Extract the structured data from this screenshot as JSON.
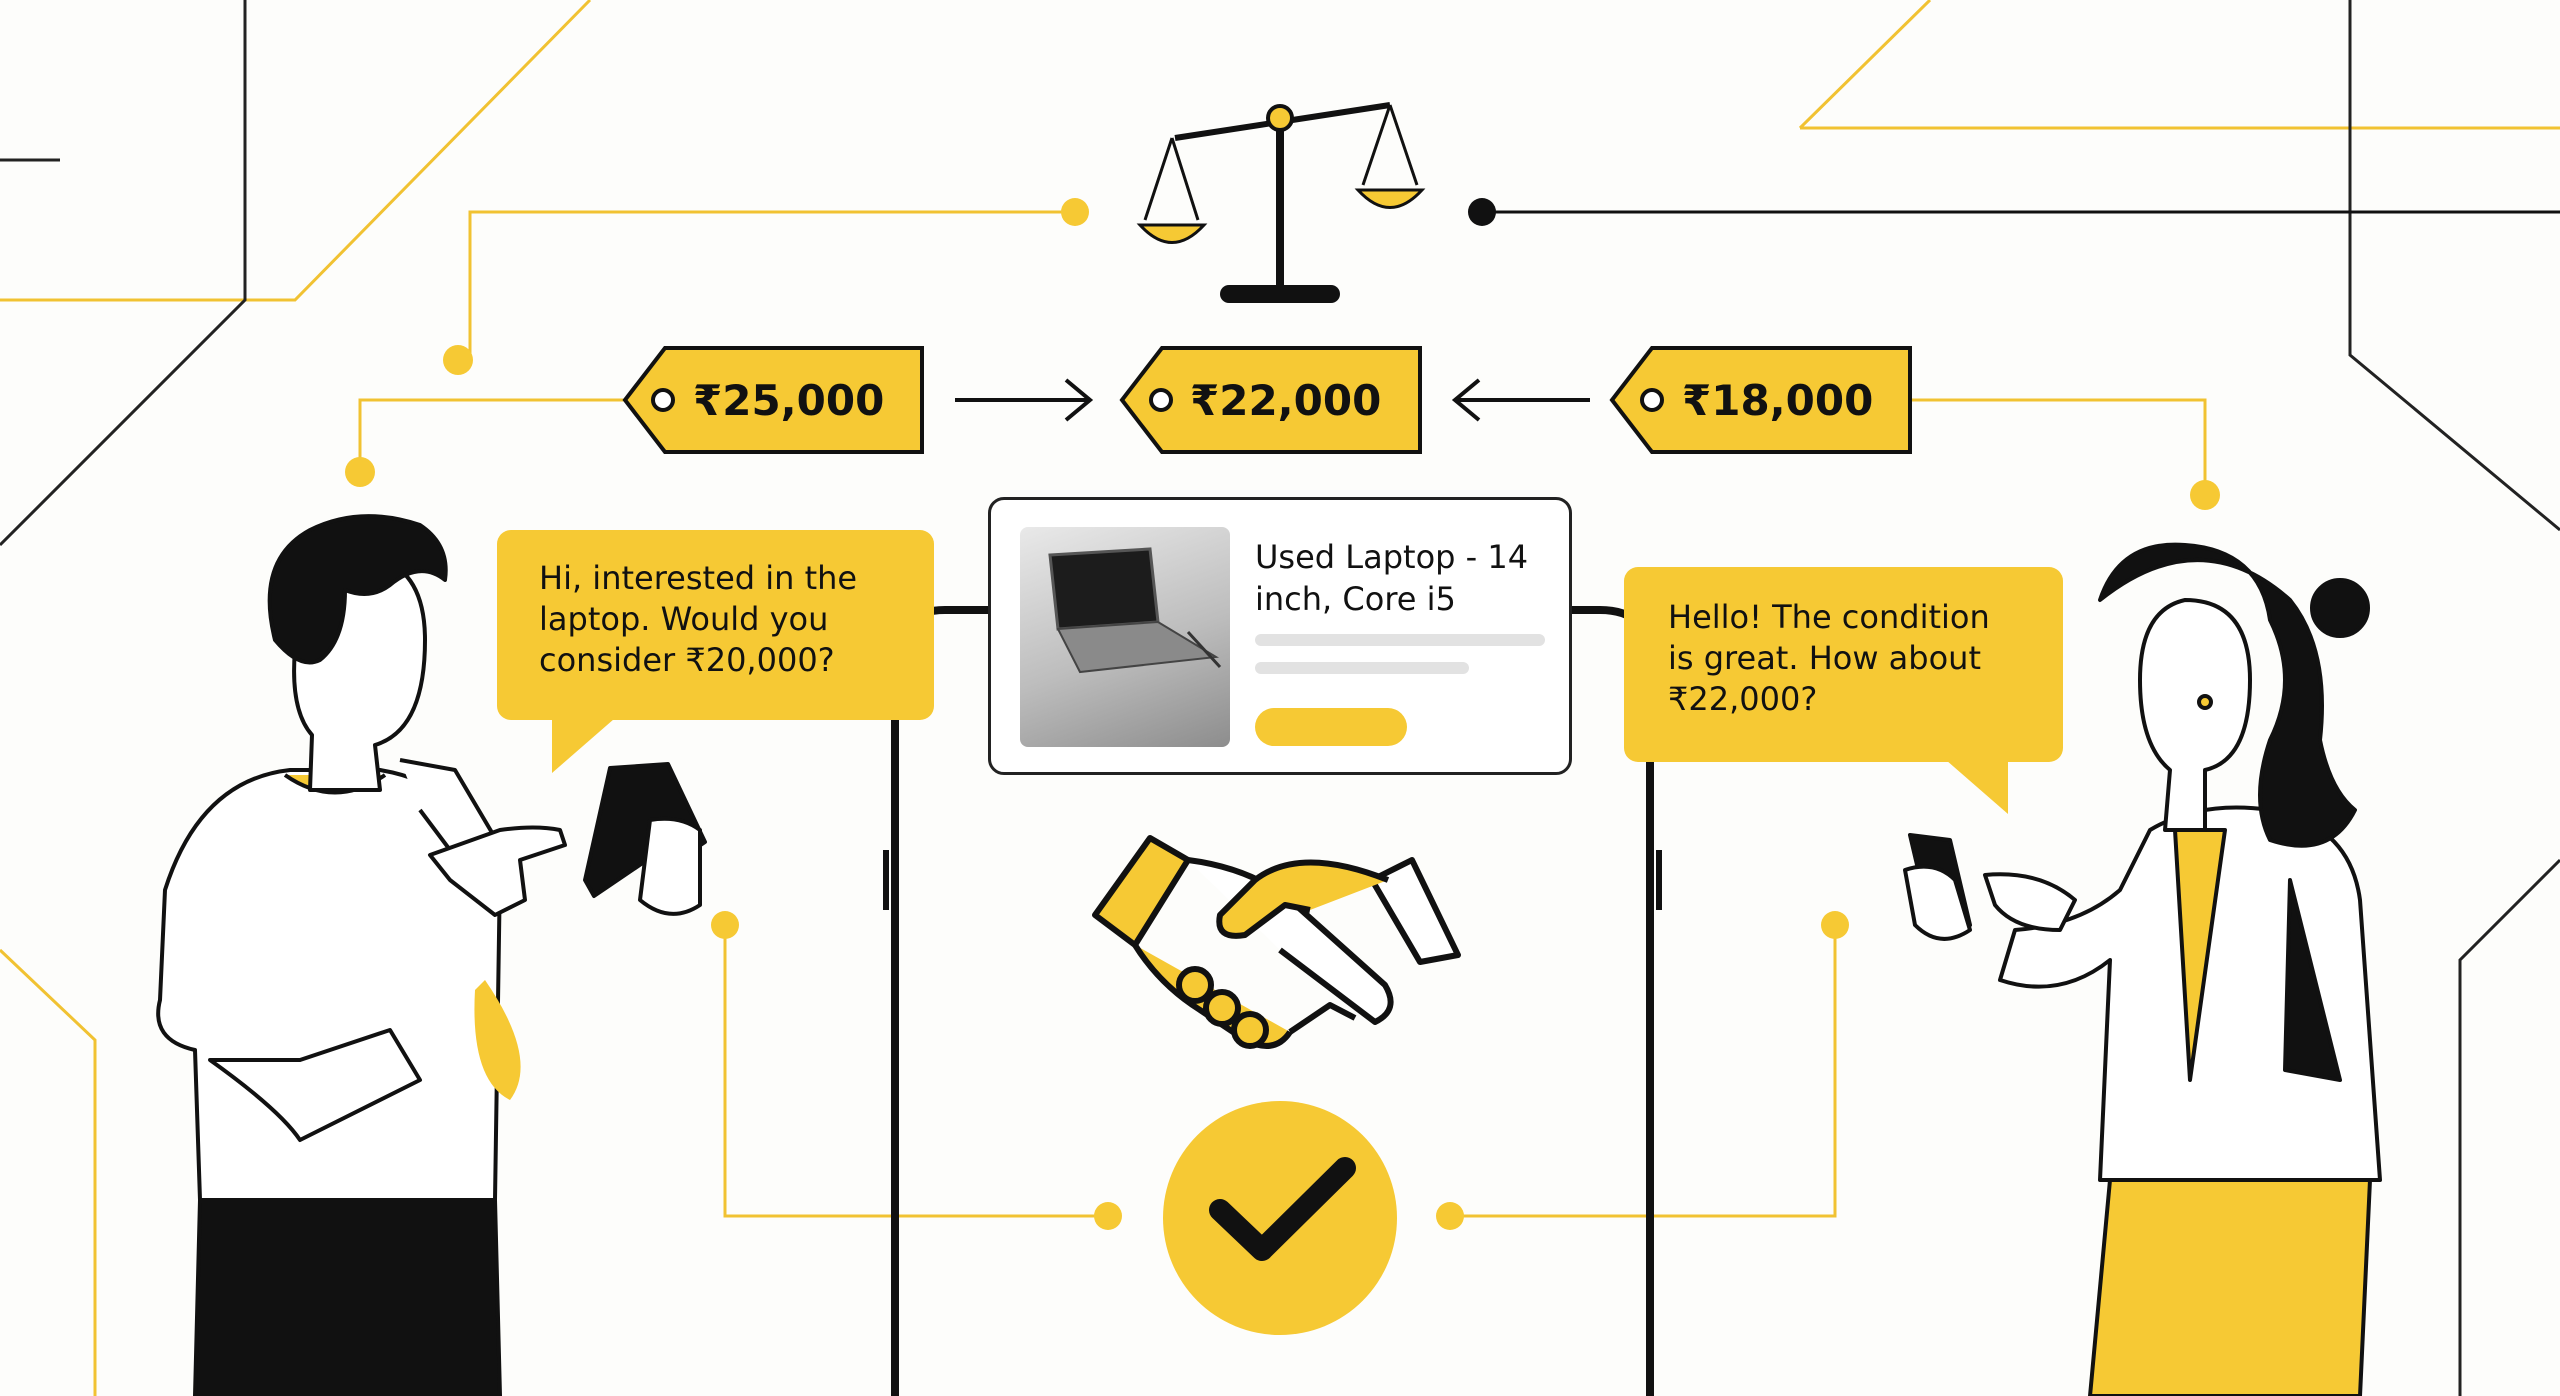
{
  "colors": {
    "accent": "#f6c934",
    "ink": "#111111",
    "background": "#fdfdfb"
  },
  "price_tags": {
    "seller_ask": "₹25,000",
    "agreed": "₹22,000",
    "buyer_offer": "₹18,000"
  },
  "chat": {
    "buyer_message": "Hi, interested in the\nlaptop. Would you\nconsider ₹20,000?",
    "seller_message": "Hello! The condition\nis great. How about\n₹22,000?"
  },
  "listing": {
    "title": "Used Laptop - 14\ninch, Core i5"
  },
  "icons": [
    "scales-icon",
    "handshake-icon",
    "checkmark-icon",
    "price-tag-icon",
    "laptop-photo",
    "smartphone-icon"
  ]
}
